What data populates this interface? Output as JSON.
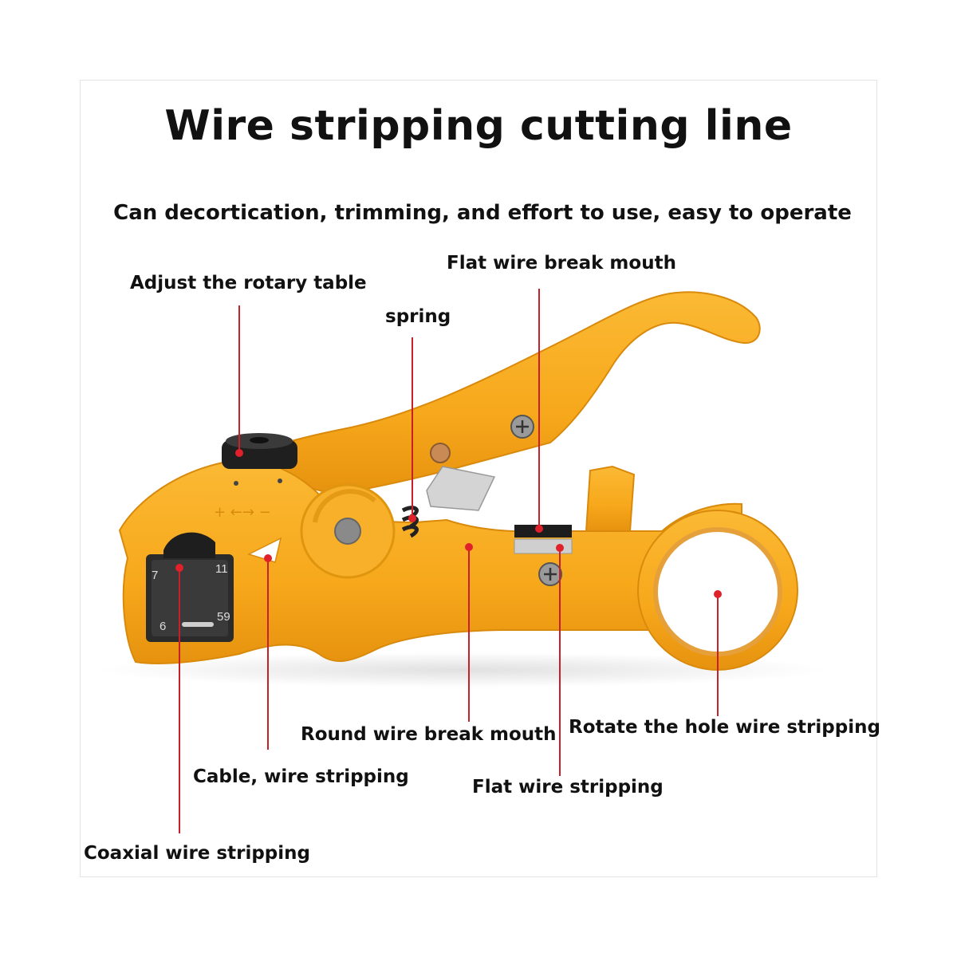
{
  "title": "Wire stripping cutting line",
  "subtitle": "Can decortication, trimming, and effort to use, easy to operate",
  "labels": {
    "adjust_rotary_table": "Adjust the rotary table",
    "spring": "spring",
    "flat_wire_break_mouth": "Flat wire break mouth",
    "round_wire_break_mouth": "Round wire break mouth",
    "rotate_hole_wire_stripping": "Rotate the hole wire stripping",
    "cable_wire_stripping": "Cable, wire stripping",
    "flat_wire_stripping": "Flat wire stripping",
    "coaxial_wire_stripping": "Coaxial wire stripping"
  },
  "tool_markings": {
    "num_7": "7",
    "num_11": "11",
    "num_6": "6",
    "num_59": "59",
    "direction": "+ ←→ −"
  },
  "colors": {
    "tool_body": "#f7a81b",
    "tool_shadow": "#d98a0c",
    "callout_line": "#c8202a",
    "callout_dot": "#e0202a",
    "text": "#111111"
  }
}
